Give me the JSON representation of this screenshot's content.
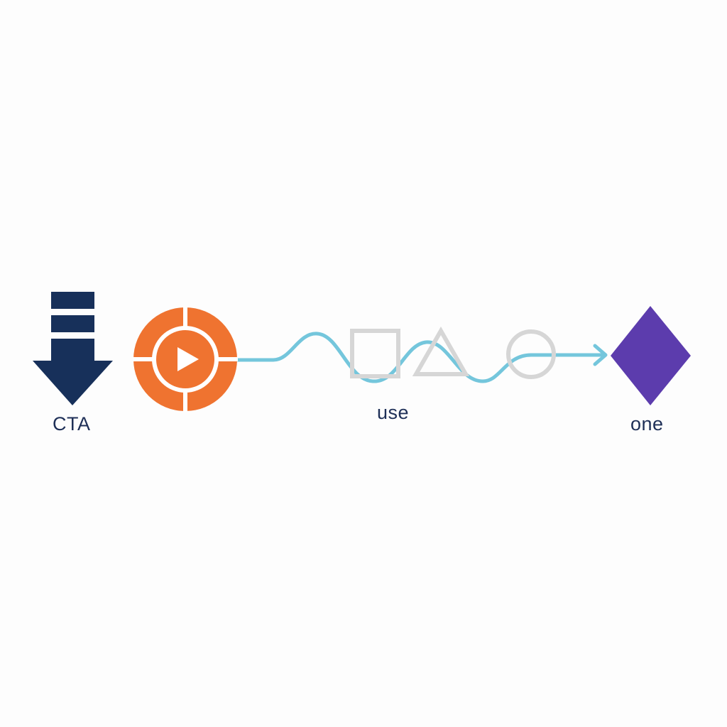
{
  "colors": {
    "background": "#fdfdfd",
    "navy": "#17305a",
    "orange": "#ef7330",
    "cyan": "#74c6dc",
    "gray": "#d6d6d6",
    "purple": "#5c3cad",
    "label_text": "#1e2f57"
  },
  "nodes": [
    {
      "id": "cta",
      "icon": "down-arrow-icon",
      "label": "CTA"
    },
    {
      "id": "play",
      "icon": "play-target-icon",
      "label": ""
    },
    {
      "id": "use",
      "icons": [
        "square-outline-icon",
        "triangle-outline-icon",
        "circle-outline-icon"
      ],
      "label": "use"
    },
    {
      "id": "one",
      "icon": "diamond-icon",
      "label": "one"
    }
  ],
  "connector": {
    "icon": "wavy-arrow-connector"
  }
}
